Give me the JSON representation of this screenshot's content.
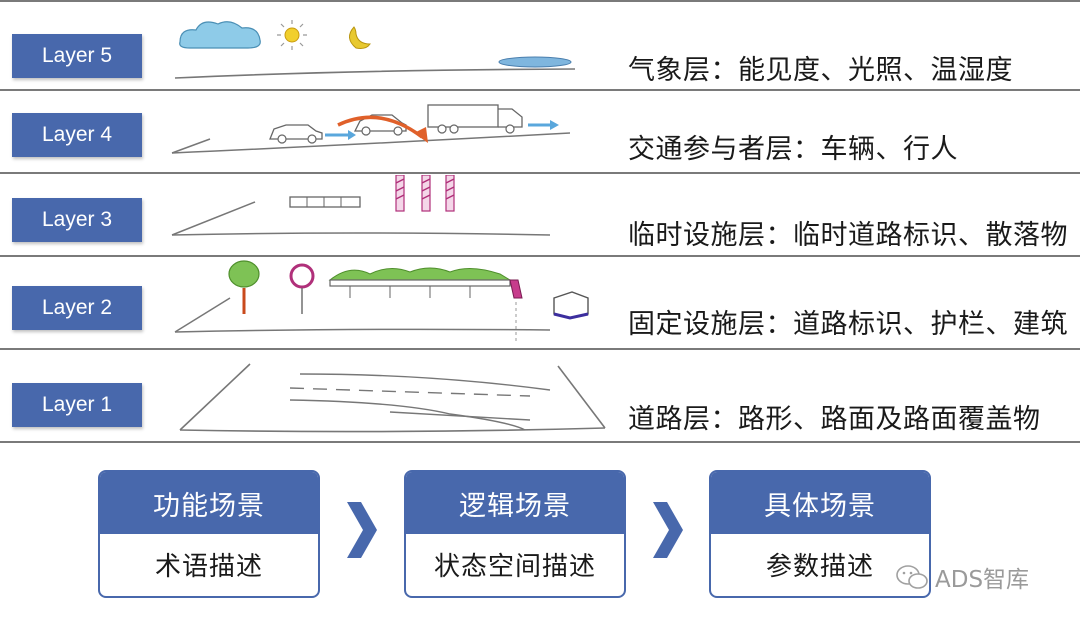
{
  "layers": [
    {
      "label": "Layer 5",
      "desc": "气象层：能见度、光照、温湿度"
    },
    {
      "label": "Layer 4",
      "desc": "交通参与者层：车辆、行人"
    },
    {
      "label": "Layer 3",
      "desc": "临时设施层：临时道路标识、散落物"
    },
    {
      "label": "Layer 2",
      "desc": "固定设施层：道路标识、护栏、建筑"
    },
    {
      "label": "Layer 1",
      "desc": "道路层：路形、路面及路面覆盖物"
    }
  ],
  "scenarios": [
    {
      "title": "功能场景",
      "desc": "术语描述"
    },
    {
      "title": "逻辑场景",
      "desc": "状态空间描述"
    },
    {
      "title": "具体场景",
      "desc": "参数描述"
    }
  ],
  "watermark": "ADS智库",
  "colors": {
    "accent": "#4868ac",
    "separator": "#7a7a7a"
  }
}
